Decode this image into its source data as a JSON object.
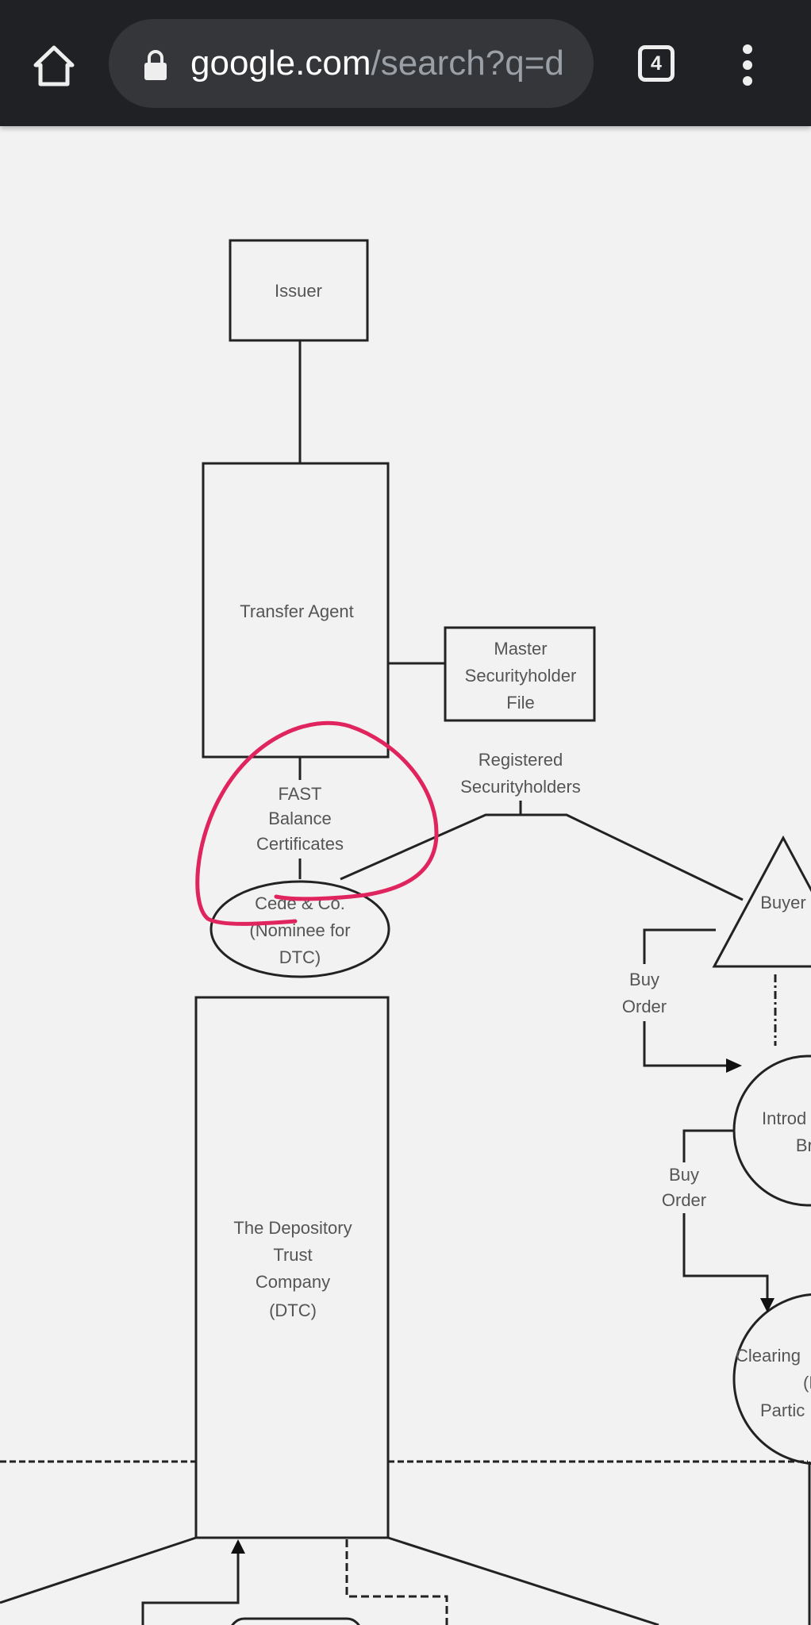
{
  "browser": {
    "url_host": "google.com",
    "url_rest": "/search?q=d",
    "tab_count": "4",
    "icons": [
      "home-icon",
      "lock-icon",
      "tab-switcher-icon",
      "more-vert-icon"
    ]
  },
  "diagram": {
    "issuer": "Issuer",
    "transfer_agent": "Transfer Agent",
    "master_file": [
      "Master",
      "Securityholder",
      "File"
    ],
    "registered": [
      "Registered",
      "Securityholders"
    ],
    "fast": [
      "FAST",
      "Balance",
      "Certificates"
    ],
    "cede": [
      "Cede & Co.",
      "(Nominee for",
      "DTC)"
    ],
    "dtc": [
      "The Depository",
      "Trust",
      "Company",
      "(DTC)"
    ],
    "buyer": "Buyer",
    "buy_order_1": [
      "Buy",
      "Order"
    ],
    "buy_order_2": [
      "Buy",
      "Order"
    ],
    "intro_broker": [
      "Introd",
      "Bro"
    ],
    "clearing": [
      "Clearing",
      "(D",
      "Partic"
    ],
    "annotation_color": "#e0245e"
  }
}
